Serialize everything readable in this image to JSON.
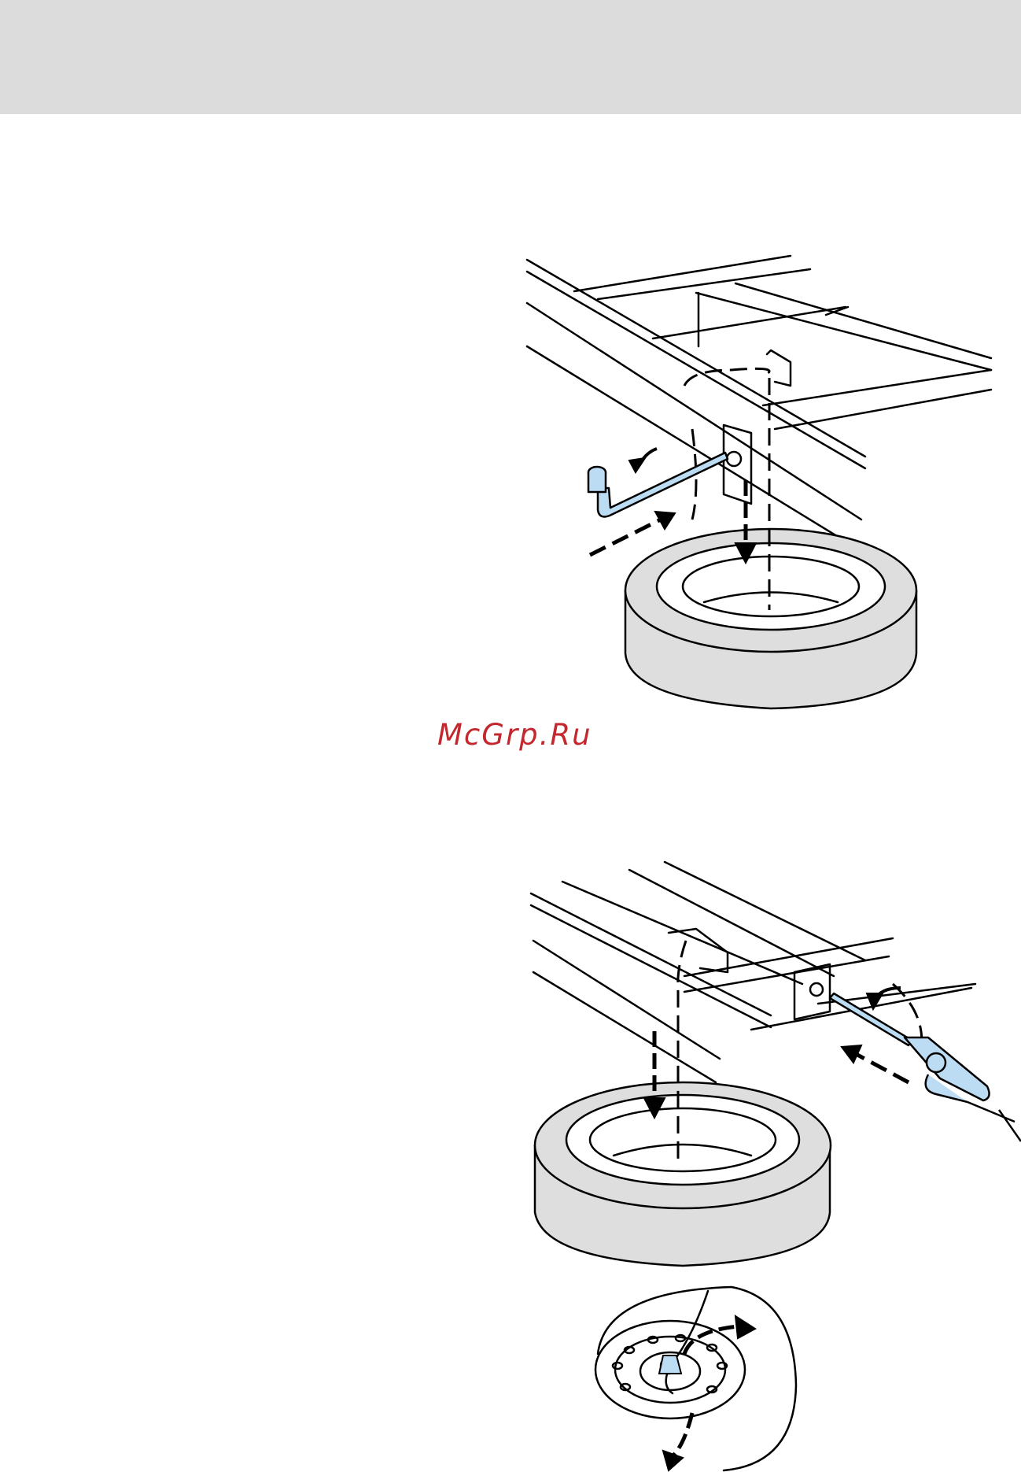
{
  "page": {
    "header_band_color": "#dcdcdc",
    "watermark": "McGrp.Ru",
    "watermark_color": "#c4282f",
    "tool_color": "#bcdcf4",
    "tire_fill": "#dedede"
  },
  "figures": [
    {
      "name": "spare-tire-lowering-illustration",
      "icon": "frame-winch-spare-tire"
    },
    {
      "name": "spare-tire-raising-illustration",
      "icon": "frame-winch-spare-tire-wheel"
    }
  ]
}
